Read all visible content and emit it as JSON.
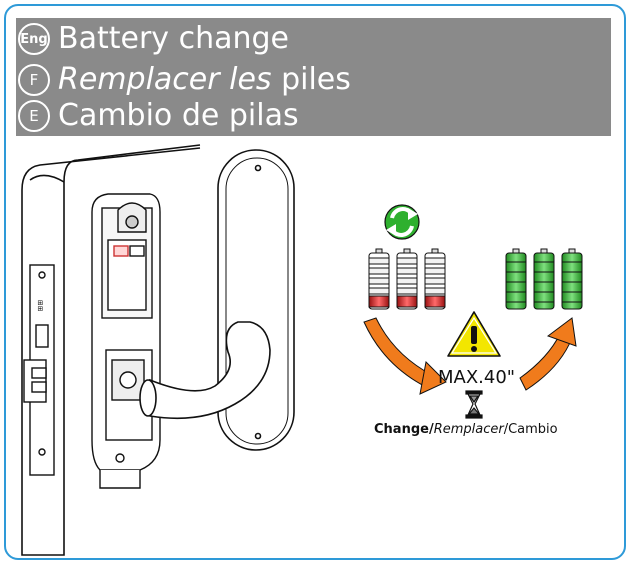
{
  "header": {
    "lines": [
      {
        "badge": "Eng",
        "text": "Battery change",
        "italic_part": ""
      },
      {
        "badge": "F",
        "text": " piles",
        "italic_part": "Remplacer les"
      },
      {
        "badge": "E",
        "text": "Cambio de pilas",
        "italic_part": ""
      }
    ]
  },
  "diagram": {
    "max_time": "MAX.40\"",
    "change_bold": "Change/",
    "change_italic": "Remplacer",
    "change_end": "/Cambio"
  },
  "colors": {
    "frame": "#2e9ad8",
    "banner": "#8a8a8a",
    "arrow": "#f07b1c",
    "battery_full": "#2fb02f",
    "battery_empty": "#cc2222",
    "warning": "#f3e600"
  },
  "icons": [
    "recycle-icon",
    "warning-icon",
    "hourglass-icon",
    "battery-icon"
  ]
}
